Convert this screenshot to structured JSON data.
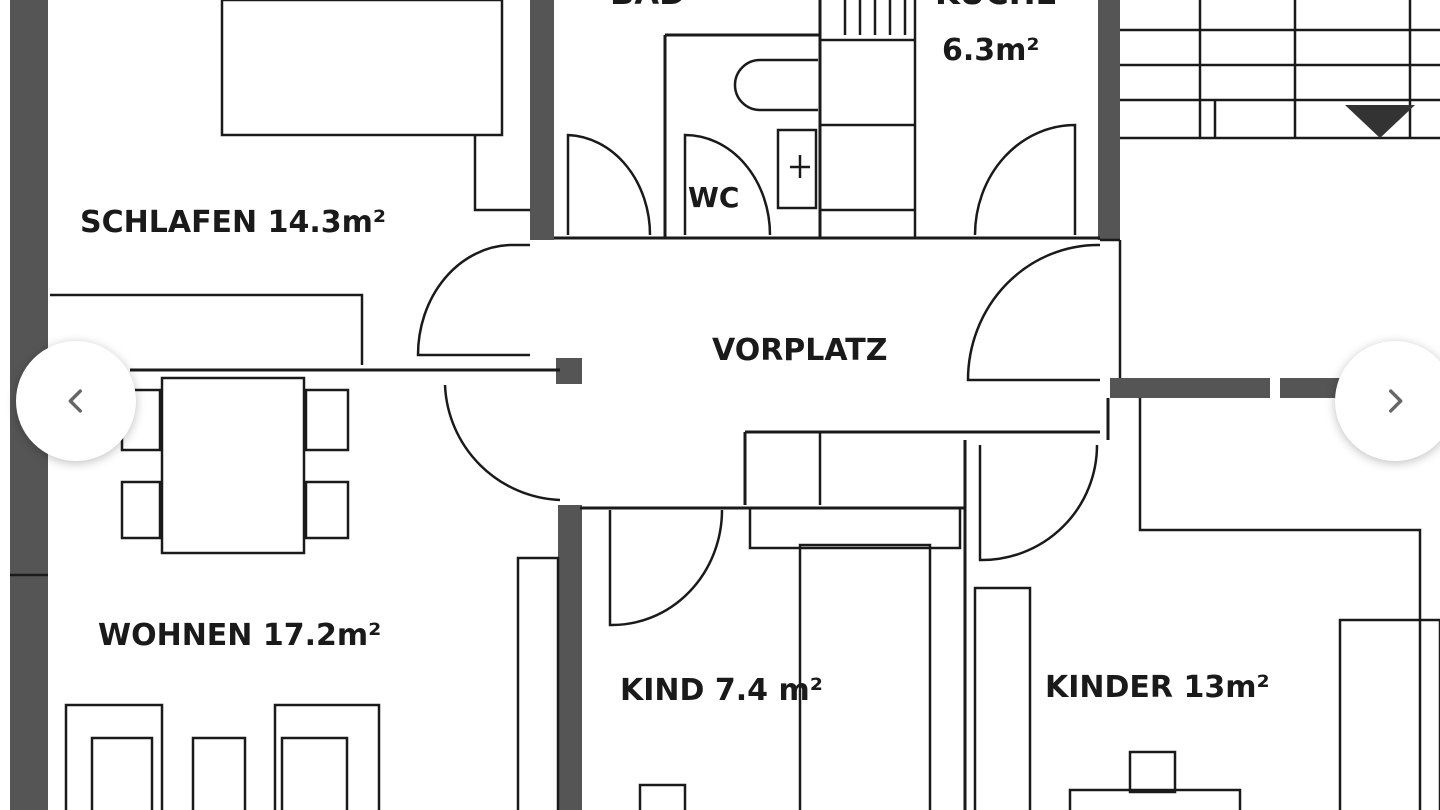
{
  "gallery": {
    "prev_icon": "chevron-left-icon",
    "next_icon": "chevron-right-icon",
    "nav_icon_color": "#666666"
  },
  "floorplan": {
    "rooms": {
      "bad": "BAD",
      "kueche": "KÜCHE",
      "kueche_area": "6.3m²",
      "wc": "WC",
      "schlafen": "SCHLAFEN 14.3m²",
      "vorplatz": "VORPLATZ",
      "wohnen": "WOHNEN 17.2m²",
      "kind": "KIND 7.4 m²",
      "kinder": "KINDER 13m²"
    }
  }
}
